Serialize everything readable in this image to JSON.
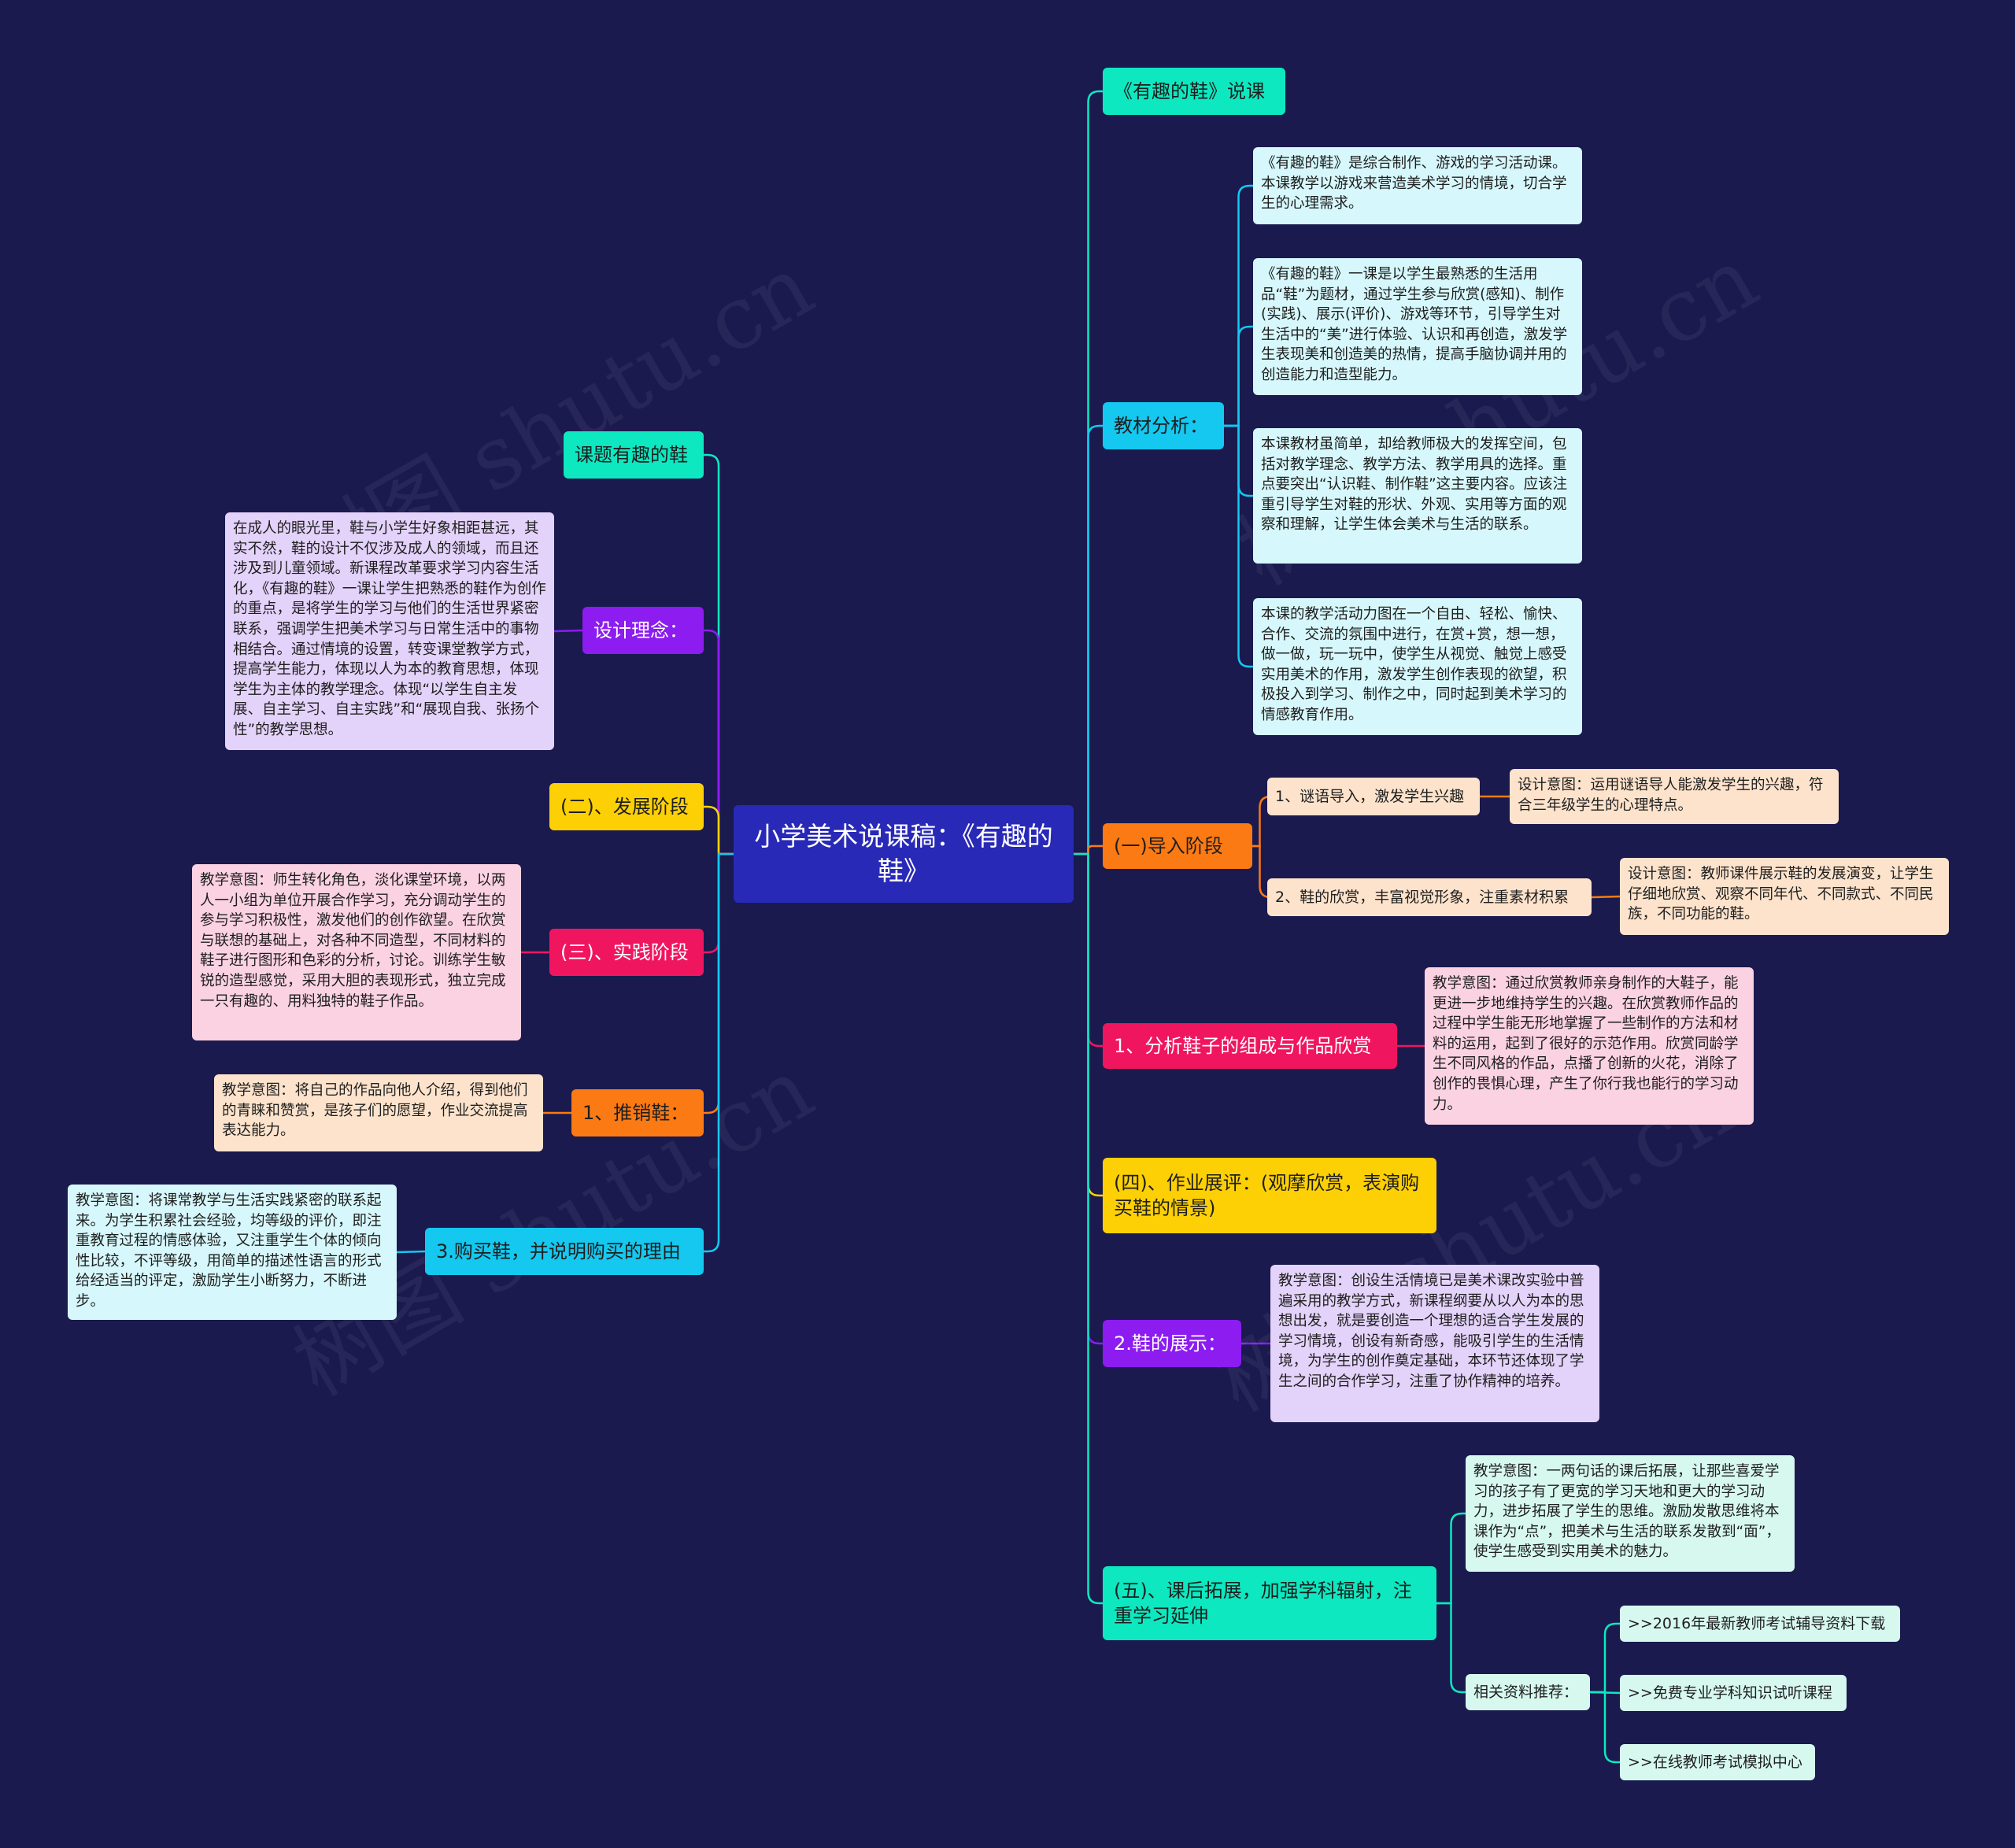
{
  "colors": {
    "background": "#1a1a4e",
    "root": "#2929b8",
    "teal": "#0de8c0",
    "cyan": "#14c8ef",
    "orange": "#fb7a14",
    "red": "#f0155f",
    "yellow": "#fdd006",
    "purple": "#8c1cf0",
    "lightcyan": "#d6f7fb",
    "lightorange": "#fde3cc",
    "lightpink": "#fbd2e2",
    "lightpurple": "#e3d2f9",
    "lightteal": "#d6f8ef"
  },
  "root": {
    "label": "小学美术说课稿：《有趣的鞋》"
  },
  "right": [
    {
      "label": "《有趣的鞋》说课"
    },
    {
      "label": "教材分析：",
      "notes": [
        "《有趣的鞋》是综合制作、游戏的学习活动课。本课教学以游戏来营造美术学习的情境，切合学生的心理需求。",
        "《有趣的鞋》一课是以学生最熟悉的生活用品“鞋”为题材，通过学生参与欣赏(感知)、制作(实践)、展示(评价)、游戏等环节，引导学生对生活中的“美”进行体验、认识和再创造，激发学生表现美和创造美的热情，提高手脑协调并用的创造能力和造型能力。",
        "本课教材虽简单，却给教师极大的发挥空间，包括对教学理念、教学方法、教学用具的选择。重点要突出“认识鞋、制作鞋”这主要内容。应该注重引导学生对鞋的形状、外观、实用等方面的观察和理解，让学生体会美术与生活的联系。",
        "本课的教学活动力图在一个自由、轻松、愉快、合作、交流的氛围中进行，在赏+赏，想一想，做一做，玩一玩中，使学生从视觉、触觉上感受实用美术的作用，激发学生创作表现的欲望，积极投入到学习、制作之中，同时起到美术学习的情感教育作用。"
      ]
    },
    {
      "label": "(一)导入阶段",
      "children": [
        {
          "label": "1、谜语导入，激发学生兴趣",
          "note": "设计意图：运用谜语导人能激发学生的兴趣，符合三年级学生的心理特点。"
        },
        {
          "label": "2、鞋的欣赏，丰富视觉形象，注重素材积累",
          "note": "设计意图：教师课件展示鞋的发展演变，让学生仔细地欣赏、观察不同年代、不同款式、不同民族，不同功能的鞋。"
        }
      ]
    },
    {
      "label": "1、分析鞋子的组成与作品欣赏",
      "note": "教学意图：通过欣赏教师亲身制作的大鞋子，能更进一步地维持学生的兴趣。在欣赏教师作品的过程中学生能无形地掌握了一些制作的方法和材料的运用，起到了很好的示范作用。欣赏同龄学生不同风格的作品，点播了创新的火花，消除了创作的畏惧心理，产生了你行我也能行的学习动力。"
    },
    {
      "label": "(四)、作业展评：(观摩欣赏，表演购买鞋的情景)"
    },
    {
      "label": "2.鞋的展示：",
      "note": "教学意图：创设生活情境已是美术课改实验中普遍采用的教学方式，新课程纲要从以人为本的思想出发，就是要创造一个理想的适合学生发展的学习情境，创设有新奇感，能吸引学生的生活情境，为学生的创作奠定基础，本环节还体现了学生之间的合作学习，注重了协作精神的培养。"
    },
    {
      "label": "(五)、课后拓展，加强学科辐射，注重学习延伸",
      "note": "教学意图：一两句话的课后拓展，让那些喜爱学习的孩子有了更宽的学习天地和更大的学习动力，进步拓展了学生的思维。激励发散思维将本课作为“点”，把美术与生活的联系发散到“面”，使学生感受到实用美术的魅力。",
      "resources_label": "相关资料推荐：",
      "links": [
        ">>2016年最新教师考试辅导资料下载",
        ">>免费专业学科知识试听课程",
        ">>在线教师考试模拟中心"
      ]
    }
  ],
  "left": [
    {
      "label": "课题有趣的鞋"
    },
    {
      "label": "设计理念：",
      "note": "在成人的眼光里，鞋与小学生好象相距甚远，其实不然，鞋的设计不仅涉及成人的领域，而且还涉及到儿童领域。新课程改革要求学习内容生活化，《有趣的鞋》一课让学生把熟悉的鞋作为创作的重点，是将学生的学习与他们的生活世界紧密联系，强调学生把美术学习与日常生活中的事物相结合。通过情境的设置，转变课堂教学方式，提高学生能力，体现以人为本的教育思想，体现学生为主体的教学理念。体现“以学生自主发展、自主学习、自主实践”和“展现自我、张扬个性”的教学思想。"
    },
    {
      "label": "(二)、发展阶段"
    },
    {
      "label": "(三)、实践阶段",
      "note": "教学意图：师生转化角色，淡化课堂环境，以两人一小组为单位开展合作学习，充分调动学生的参与学习积极性，激发他们的创作欲望。在欣赏与联想的基础上，对各种不同造型，不同材料的鞋子进行图形和色彩的分析，讨论。训练学生敏锐的造型感觉，采用大胆的表现形式，独立完成一只有趣的、用料独特的鞋子作品。"
    },
    {
      "label": "1、推销鞋：",
      "note": "教学意图：将自己的作品向他人介绍，得到他们的青睐和赞赏，是孩子们的愿望，作业交流提高表达能力。"
    },
    {
      "label": "3.购买鞋，并说明购买的理由",
      "note": "教学意图：将课常教学与生活实践紧密的联系起来。为学生积累社会经验，均等级的评价，即注重教育过程的情感体验，又注重学生个体的倾向性比较，不评等级，用简单的描述性语言的形式给经适当的评定，激励学生小断努力，不断进步。"
    }
  ],
  "watermarks": [
    "树图 shutu.cn",
    "树图 shutu.cn",
    "树图 shutu.cn",
    "树图 shutu.cn"
  ]
}
